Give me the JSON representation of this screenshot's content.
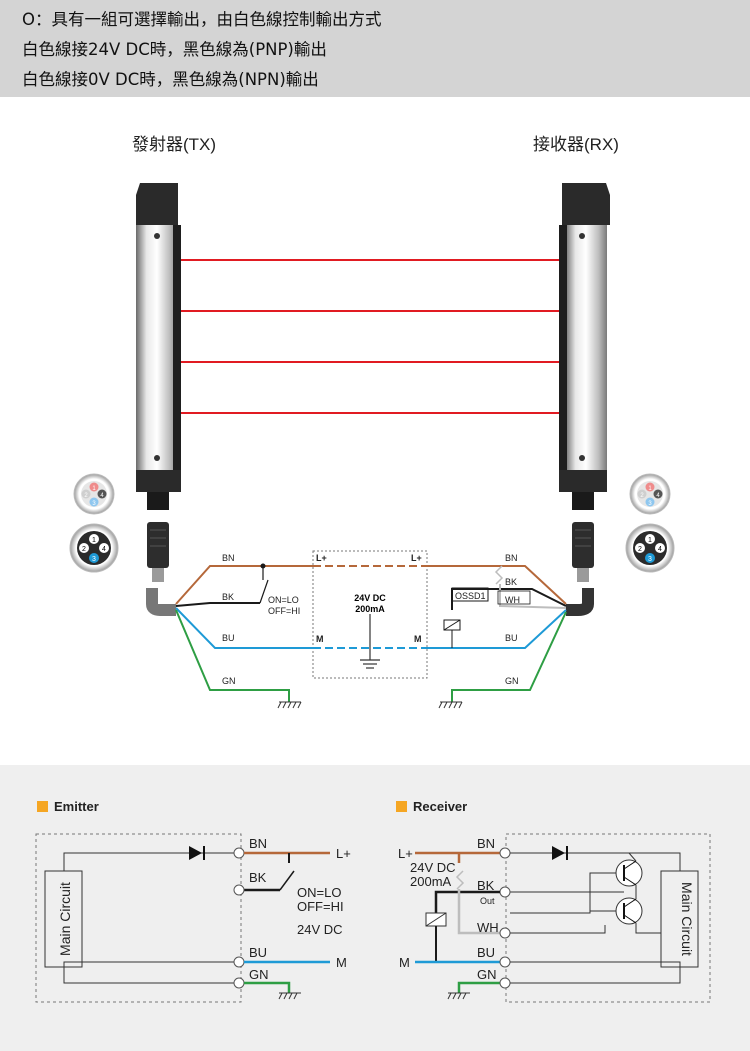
{
  "banner": {
    "line1": "O：具有一組可選擇輸出，由白色線控制輸出方式",
    "line2": "白色線接24V DC時，黑色線為(PNP)輸出",
    "line3": "白色線接0V DC時，黑色線為(NPN)輸出"
  },
  "devices": {
    "tx_label": "發射器(TX)",
    "rx_label": "接收器(RX)"
  },
  "connector_pins": {
    "pin1": "1",
    "pin2": "2",
    "pin3": "3",
    "pin4": "4"
  },
  "wiring": {
    "bn": "BN",
    "bk": "BK",
    "bu": "BU",
    "gn": "GN",
    "wh": "WH",
    "l_plus": "L+",
    "m": "M",
    "switch_text_on": "ON=LO",
    "switch_text_off": "OFF=HI",
    "supply_voltage": "24V DC",
    "supply_current": "200mA",
    "ossd": "OSSD1"
  },
  "emitter": {
    "title": "Emitter",
    "main_circuit": "Main Circuit",
    "bn": "BN",
    "bk": "BK",
    "bu": "BU",
    "gn": "GN",
    "l_plus": "L+",
    "m": "M",
    "on_lo": "ON=LO",
    "off_hi": "OFF=HI",
    "voltage": "24V DC"
  },
  "receiver": {
    "title": "Receiver",
    "main_circuit": "Main Circuit",
    "bn": "BN",
    "bk": "BK",
    "wh": "WH",
    "bu": "BU",
    "gn": "GN",
    "l_plus": "L+",
    "m": "M",
    "voltage": "24V DC",
    "current": "200mA",
    "out": "Out"
  },
  "colors": {
    "brown": "#b5683a",
    "blue": "#1e9ad6",
    "green": "#2e9e44",
    "black": "#1a1a1a",
    "white_wire": "#bdbdbd",
    "beam": "#e11b22",
    "accent_square": "#f5a623",
    "banner_bg": "#d4d4d4",
    "panel_bg": "#efefef"
  }
}
